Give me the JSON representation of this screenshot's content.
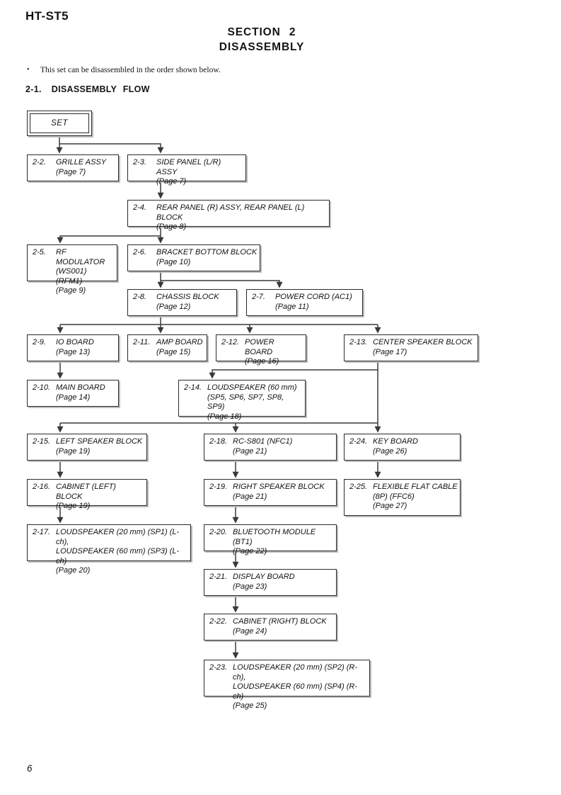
{
  "header": {
    "model": "HT-ST5",
    "section_line1": "SECTION 2",
    "section_line2": "DISASSEMBLY",
    "bullet_glyph": "•",
    "intro_text": "This set can be disassembled in the order shown below.",
    "heading_num": "2-1.",
    "heading_title": "DISASSEMBLY FLOW"
  },
  "flow": {
    "set_label": "SET",
    "nodes": [
      {
        "id": "2-2",
        "num": "2-2.",
        "lines": [
          "GRILLE ASSY"
        ],
        "page": "(Page 7)"
      },
      {
        "id": "2-3",
        "num": "2-3.",
        "lines": [
          "SIDE PANEL (L/R) ASSY"
        ],
        "page": "(Page 7)"
      },
      {
        "id": "2-4",
        "num": "2-4.",
        "lines": [
          "REAR PANEL (R) ASSY, REAR PANEL (L) BLOCK"
        ],
        "page": "(Page 8)"
      },
      {
        "id": "2-5",
        "num": "2-5.",
        "lines": [
          "RF MODULATOR",
          "(WS001) (RFM1)"
        ],
        "page": "(Page 9)"
      },
      {
        "id": "2-6",
        "num": "2-6.",
        "lines": [
          "BRACKET BOTTOM BLOCK"
        ],
        "page": "(Page 10)"
      },
      {
        "id": "2-8",
        "num": "2-8.",
        "lines": [
          "CHASSIS BLOCK"
        ],
        "page": "(Page 12)"
      },
      {
        "id": "2-7",
        "num": "2-7.",
        "lines": [
          "POWER CORD (AC1)"
        ],
        "page": "(Page 11)"
      },
      {
        "id": "2-9",
        "num": "2-9.",
        "lines": [
          "IO BOARD"
        ],
        "page": "(Page 13)"
      },
      {
        "id": "2-11",
        "num": "2-11.",
        "lines": [
          "AMP BOARD"
        ],
        "page": "(Page 15)"
      },
      {
        "id": "2-12",
        "num": "2-12.",
        "lines": [
          "POWER BOARD"
        ],
        "page": "(Page 16)"
      },
      {
        "id": "2-13",
        "num": "2-13.",
        "lines": [
          "CENTER SPEAKER BLOCK"
        ],
        "page": "(Page 17)"
      },
      {
        "id": "2-10",
        "num": "2-10.",
        "lines": [
          "MAIN BOARD"
        ],
        "page": "(Page 14)"
      },
      {
        "id": "2-14",
        "num": "2-14.",
        "lines": [
          "LOUDSPEAKER (60 mm)",
          "(SP5, SP6, SP7, SP8, SP9)"
        ],
        "page": "(Page 18)"
      },
      {
        "id": "2-15",
        "num": "2-15.",
        "lines": [
          "LEFT SPEAKER BLOCK"
        ],
        "page": "(Page 19)"
      },
      {
        "id": "2-18",
        "num": "2-18.",
        "lines": [
          "RC-S801 (NFC1)"
        ],
        "page": "(Page 21)"
      },
      {
        "id": "2-24",
        "num": "2-24.",
        "lines": [
          "KEY BOARD"
        ],
        "page": "(Page 26)"
      },
      {
        "id": "2-16",
        "num": "2-16.",
        "lines": [
          "CABINET (LEFT) BLOCK"
        ],
        "page": "(Page 19)"
      },
      {
        "id": "2-19",
        "num": "2-19.",
        "lines": [
          "RIGHT SPEAKER BLOCK"
        ],
        "page": "(Page 21)"
      },
      {
        "id": "2-25",
        "num": "2-25.",
        "lines": [
          "FLEXIBLE FLAT CABLE",
          "(8P) (FFC6)"
        ],
        "page": "(Page 27)"
      },
      {
        "id": "2-17",
        "num": "2-17.",
        "lines": [
          "LOUDSPEAKER (20 mm) (SP1) (L-ch),",
          "LOUDSPEAKER (60 mm) (SP3) (L-ch)"
        ],
        "page": "(Page 20)"
      },
      {
        "id": "2-20",
        "num": "2-20.",
        "lines": [
          "BLUETOOTH MODULE (BT1)"
        ],
        "page": "(Page 22)"
      },
      {
        "id": "2-21",
        "num": "2-21.",
        "lines": [
          "DISPLAY BOARD"
        ],
        "page": "(Page 23)"
      },
      {
        "id": "2-22",
        "num": "2-22.",
        "lines": [
          "CABINET (RIGHT) BLOCK"
        ],
        "page": "(Page 24)"
      },
      {
        "id": "2-23",
        "num": "2-23.",
        "lines": [
          "LOUDSPEAKER (20 mm) (SP2) (R-ch),",
          "LOUDSPEAKER (60 mm) (SP4) (R-ch)"
        ],
        "page": "(Page 25)"
      }
    ],
    "edges": [
      [
        "SET",
        "2-2"
      ],
      [
        "SET",
        "2-3"
      ],
      [
        "2-3",
        "2-4"
      ],
      [
        "2-4",
        "2-5"
      ],
      [
        "2-4",
        "2-6"
      ],
      [
        "2-6",
        "2-8"
      ],
      [
        "2-6",
        "2-7"
      ],
      [
        "2-8",
        "2-9"
      ],
      [
        "2-8",
        "2-11"
      ],
      [
        "2-8",
        "2-12"
      ],
      [
        "2-8",
        "2-13"
      ],
      [
        "2-9",
        "2-10"
      ],
      [
        "2-13",
        "2-14"
      ],
      [
        "2-13",
        "2-15"
      ],
      [
        "2-13",
        "2-18"
      ],
      [
        "2-13",
        "2-24"
      ],
      [
        "2-15",
        "2-16"
      ],
      [
        "2-16",
        "2-17"
      ],
      [
        "2-18",
        "2-19"
      ],
      [
        "2-19",
        "2-20"
      ],
      [
        "2-20",
        "2-21"
      ],
      [
        "2-21",
        "2-22"
      ],
      [
        "2-22",
        "2-23"
      ],
      [
        "2-24",
        "2-25"
      ]
    ]
  },
  "footer": {
    "page_number": "6"
  }
}
